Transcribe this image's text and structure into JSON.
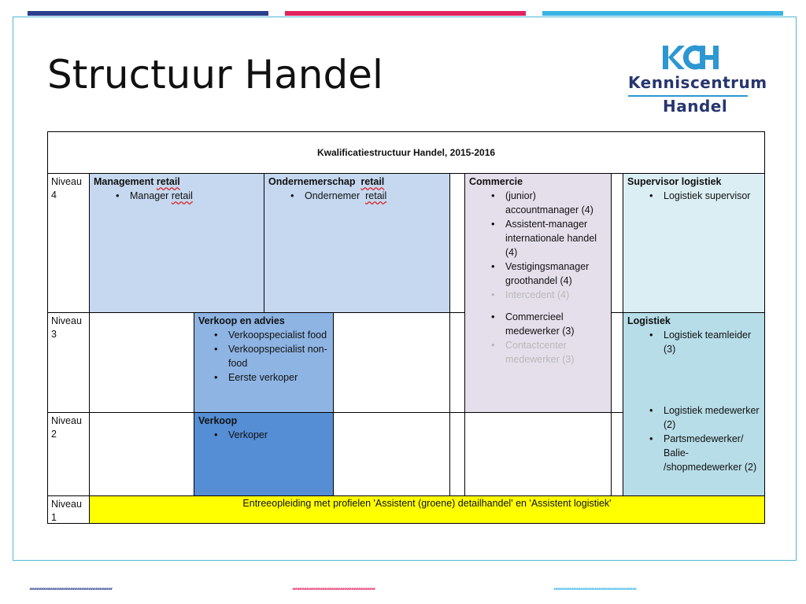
{
  "slide": {
    "title": "Structuur Handel",
    "colors": {
      "navy": "#2b3f8c",
      "pink": "#e0245e",
      "cyan": "#3bb4e5",
      "frame": "#4fb8d6"
    }
  },
  "logo": {
    "mark": "KCH",
    "line1": "Kenniscentrum",
    "line2": "Handel"
  },
  "table": {
    "header": "Kwalificatiestructuur  Handel, 2015-2016",
    "levels": [
      {
        "label": "Niveau 4"
      },
      {
        "label": "Niveau 3"
      },
      {
        "label": "Niveau 2"
      },
      {
        "label": "Niveau 1"
      }
    ],
    "management": {
      "title": "Management retail",
      "items": [
        "Manager retail"
      ]
    },
    "ondernemerschap": {
      "title": "Ondernemerschap  retail",
      "items": [
        "Ondernemer  retail"
      ]
    },
    "commercie": {
      "title": "Commercie",
      "items": [
        "(junior) accountmanager (4)",
        "Assistent-manager internationale handel (4)",
        "Vestigingsmanager groothandel (4)",
        "Intercedent (4)"
      ],
      "items2": [
        "Commercieel medewerker  (3)",
        "Contactcenter medewerker (3)"
      ]
    },
    "supervisor": {
      "title": "Supervisor logistiek",
      "items": [
        "Logistiek supervisor"
      ]
    },
    "verkoop_advies": {
      "title": "Verkoop en advies",
      "items": [
        "Verkoopspecialist food",
        "Verkoopspecialist non-food",
        "Eerste verkoper"
      ]
    },
    "logistiek": {
      "title": "Logistiek",
      "items": [
        "Logistiek teamleider (3)"
      ],
      "items2": [
        "Logistiek medewerker (2)",
        "Partsmedewerker/ Balie- /shopmedewerker (2)"
      ]
    },
    "verkoop": {
      "title": "Verkoop",
      "items": [
        "Verkoper"
      ]
    },
    "entry": "Entreeopleiding met profielen 'Assistent (groene) detailhandel' en 'Assistent logistiek'"
  },
  "footer": {
    "stripes": "///////////////////////////////////////////////////////////"
  }
}
